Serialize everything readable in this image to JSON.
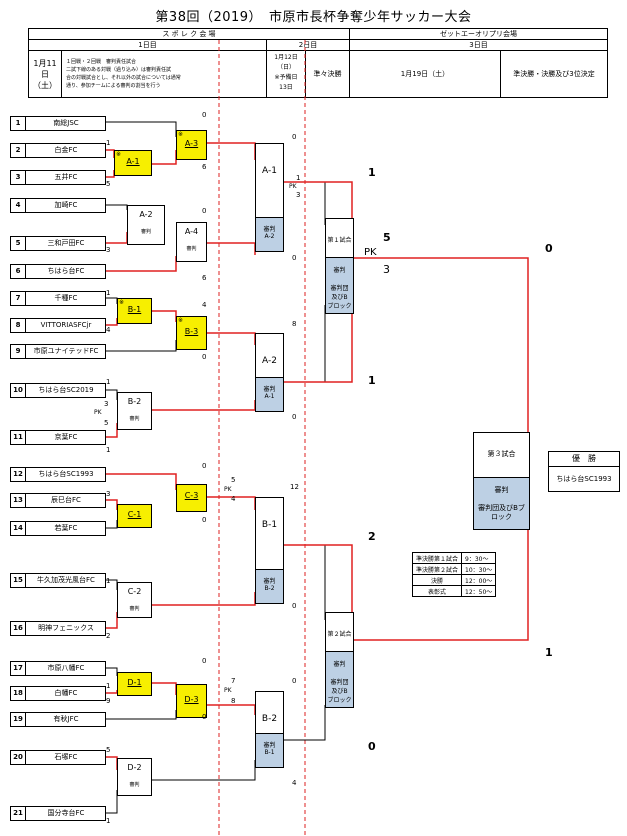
{
  "title": "第38回（2019）　市原市長杯争奪少年サッカー大会",
  "header": {
    "venue1": "ス ポ レ ク 会 場",
    "venue2": "ゼットエーオリプリ会場",
    "day1": "1日目",
    "day2": "2日目",
    "day3": "3日目",
    "date1": [
      "1月11",
      "日",
      "（土）"
    ],
    "note1": "１回戦・２回戦　審判責任試合\n二試下線のある対戦（過り込み）は審判責任試\n合の対戦試合とし、それ以外の試合については通常\n通り、参加チームによる審判の割当を行う",
    "date2": [
      "1月12日",
      "（日）",
      "※予備日",
      "13日"
    ],
    "qf": "準々決勝",
    "date3": "1月19日（土）",
    "final_note": "準決勝・決勝及び3位決定"
  },
  "teams": [
    {
      "num": "1",
      "name": "南総JSC"
    },
    {
      "num": "2",
      "name": "白金FC"
    },
    {
      "num": "3",
      "name": "五井FC"
    },
    {
      "num": "4",
      "name": "加崎FC"
    },
    {
      "num": "5",
      "name": "三和戸田FC"
    },
    {
      "num": "6",
      "name": "ちはら台FC"
    },
    {
      "num": "7",
      "name": "千種FC"
    },
    {
      "num": "8",
      "name": "VITTORIASFCjr"
    },
    {
      "num": "9",
      "name": "市原ユナイテッドFC"
    },
    {
      "num": "10",
      "name": "ちはら台SC2019"
    },
    {
      "num": "11",
      "name": "京葉FC"
    },
    {
      "num": "12",
      "name": "ちはら台SC1993"
    },
    {
      "num": "13",
      "name": "辰巳台FC"
    },
    {
      "num": "14",
      "name": "若葉FC"
    },
    {
      "num": "15",
      "name": "牛久加茂光風台FC"
    },
    {
      "num": "16",
      "name": "明神フェニックス"
    },
    {
      "num": "17",
      "name": "市原八幡FC"
    },
    {
      "num": "18",
      "name": "白幡FC"
    },
    {
      "num": "19",
      "name": "有秋JFC"
    },
    {
      "num": "20",
      "name": "石塚FC"
    },
    {
      "num": "21",
      "name": "国分寺台FC"
    }
  ],
  "matches": {
    "a1": "A-1",
    "a2": "A-2",
    "a3": "A-3",
    "a4": "A-4",
    "b1": "B-1",
    "b2": "B-2",
    "b3": "B-3",
    "c1": "C-1",
    "c2": "C-2",
    "c3": "C-3",
    "d1": "D-1",
    "d2": "D-2",
    "d3": "D-3",
    "qa1": "A-1",
    "qa2": "A-2",
    "qb1": "B-1",
    "qb2": "B-2",
    "ref_small": "審判",
    "ref_a2": "審判\nA-2",
    "ref_a1": "審判\nA-1",
    "ref_b2": "審判\nB-2",
    "ref_b1": "審判\nB-1",
    "sf1": "第１試合",
    "sf2": "第２試合",
    "final": "第３試合",
    "sf_ref": "審判\n\n審判団\n及びB\nブロック",
    "final_ref": "審判\n\n審判団及びBブ\nロック",
    "mark": "※"
  },
  "champion": {
    "label": "優　勝",
    "team": "ちはら台SC1993"
  },
  "schedule": [
    {
      "k": "準決勝第１試合",
      "v": "9：30〜"
    },
    {
      "k": "準決勝第２試合",
      "v": "10：30〜"
    },
    {
      "k": "決勝",
      "v": "12：00〜"
    },
    {
      "k": "表彰式",
      "v": "12：50〜"
    }
  ],
  "scores": {
    "s1": "0",
    "s2": "1",
    "s3": "5",
    "s4": "6",
    "s5": "0",
    "s6": "3",
    "s7": "6",
    "s8": "1",
    "s9": "4",
    "s10": "4",
    "s11": "0",
    "s12": "1",
    "s13": "3",
    "s14": "5",
    "s15": "1",
    "s16": "0",
    "s17": "3",
    "s18": "0",
    "s19": "1",
    "s20": "2",
    "s21": "0",
    "s22": "1",
    "s23": "9",
    "s24": "0",
    "s25": "5",
    "s26": "1",
    "q1": "0",
    "q2": "1",
    "q3": "3",
    "q4": "0",
    "q5": "8",
    "q6": "1",
    "q7": "0",
    "q8": "5",
    "q9": "4",
    "q10": "12",
    "q11": "0",
    "q12": "0",
    "q13": "7",
    "q14": "8",
    "q15": "0",
    "q16": "4",
    "sf1a": "1",
    "sf1b": "5",
    "sf1c": "3",
    "sf1d": "1",
    "sf2a": "2",
    "sf2b": "0",
    "fa": "0",
    "fb": "1"
  },
  "pk": "PK"
}
